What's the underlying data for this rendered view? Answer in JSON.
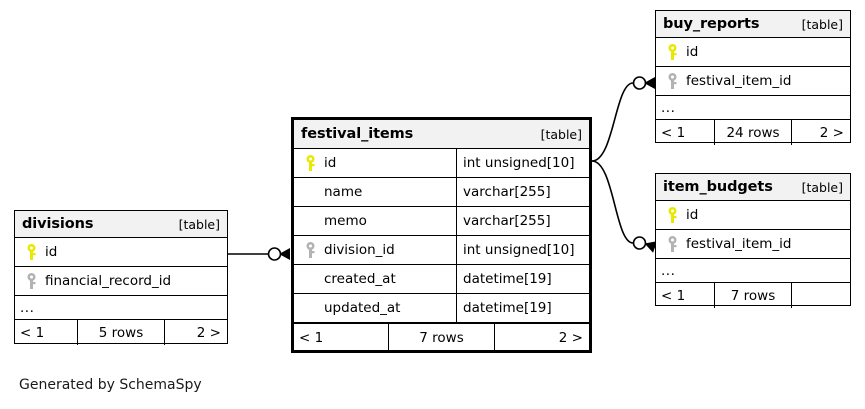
{
  "diagram": {
    "caption": "Generated by SchemaSpy",
    "kind_label": "[table]",
    "ellipsis": "...",
    "colors": {
      "primary_key": "#e8e800",
      "foreign_key": "#b3b3b3",
      "header_bg": "#f2f2f2",
      "border": "#000000",
      "background": "#ffffff"
    }
  },
  "tables": {
    "festival_items": {
      "name": "festival_items",
      "kind": "[table]",
      "focal": true,
      "columns": [
        {
          "key": "primary-key-icon",
          "name": "id",
          "type": "int unsigned[10]"
        },
        {
          "key": "none",
          "name": "name",
          "type": "varchar[255]"
        },
        {
          "key": "none",
          "name": "memo",
          "type": "varchar[255]"
        },
        {
          "key": "foreign-key-icon",
          "name": "division_id",
          "type": "int unsigned[10]"
        },
        {
          "key": "none",
          "name": "created_at",
          "type": "datetime[19]"
        },
        {
          "key": "none",
          "name": "updated_at",
          "type": "datetime[19]"
        }
      ],
      "footer": {
        "prev": "< 1",
        "rows": "7 rows",
        "next": "2 >"
      }
    },
    "divisions": {
      "name": "divisions",
      "kind": "[table]",
      "focal": false,
      "columns": [
        {
          "key": "primary-key-icon",
          "name": "id",
          "type": ""
        },
        {
          "key": "foreign-key-icon",
          "name": "financial_record_id",
          "type": ""
        }
      ],
      "ellipsis": "...",
      "footer": {
        "prev": "< 1",
        "rows": "5 rows",
        "next": "2 >"
      }
    },
    "buy_reports": {
      "name": "buy_reports",
      "kind": "[table]",
      "focal": false,
      "columns": [
        {
          "key": "primary-key-icon",
          "name": "id",
          "type": ""
        },
        {
          "key": "foreign-key-icon",
          "name": "festival_item_id",
          "type": ""
        }
      ],
      "ellipsis": "...",
      "footer": {
        "prev": "< 1",
        "rows": "24 rows",
        "next": "2 >"
      }
    },
    "item_budgets": {
      "name": "item_budgets",
      "kind": "[table]",
      "focal": false,
      "columns": [
        {
          "key": "primary-key-icon",
          "name": "id",
          "type": ""
        },
        {
          "key": "foreign-key-icon",
          "name": "festival_item_id",
          "type": ""
        }
      ],
      "ellipsis": "...",
      "footer": {
        "prev": "< 1",
        "rows": "7 rows",
        "next": ""
      }
    }
  },
  "relationships": [
    {
      "from_table": "divisions",
      "from_column": "id",
      "to_table": "festival_items",
      "to_column": "division_id"
    },
    {
      "from_table": "festival_items",
      "from_column": "id",
      "to_table": "buy_reports",
      "to_column": "festival_item_id"
    },
    {
      "from_table": "festival_items",
      "from_column": "id",
      "to_table": "item_budgets",
      "to_column": "festival_item_id"
    }
  ]
}
